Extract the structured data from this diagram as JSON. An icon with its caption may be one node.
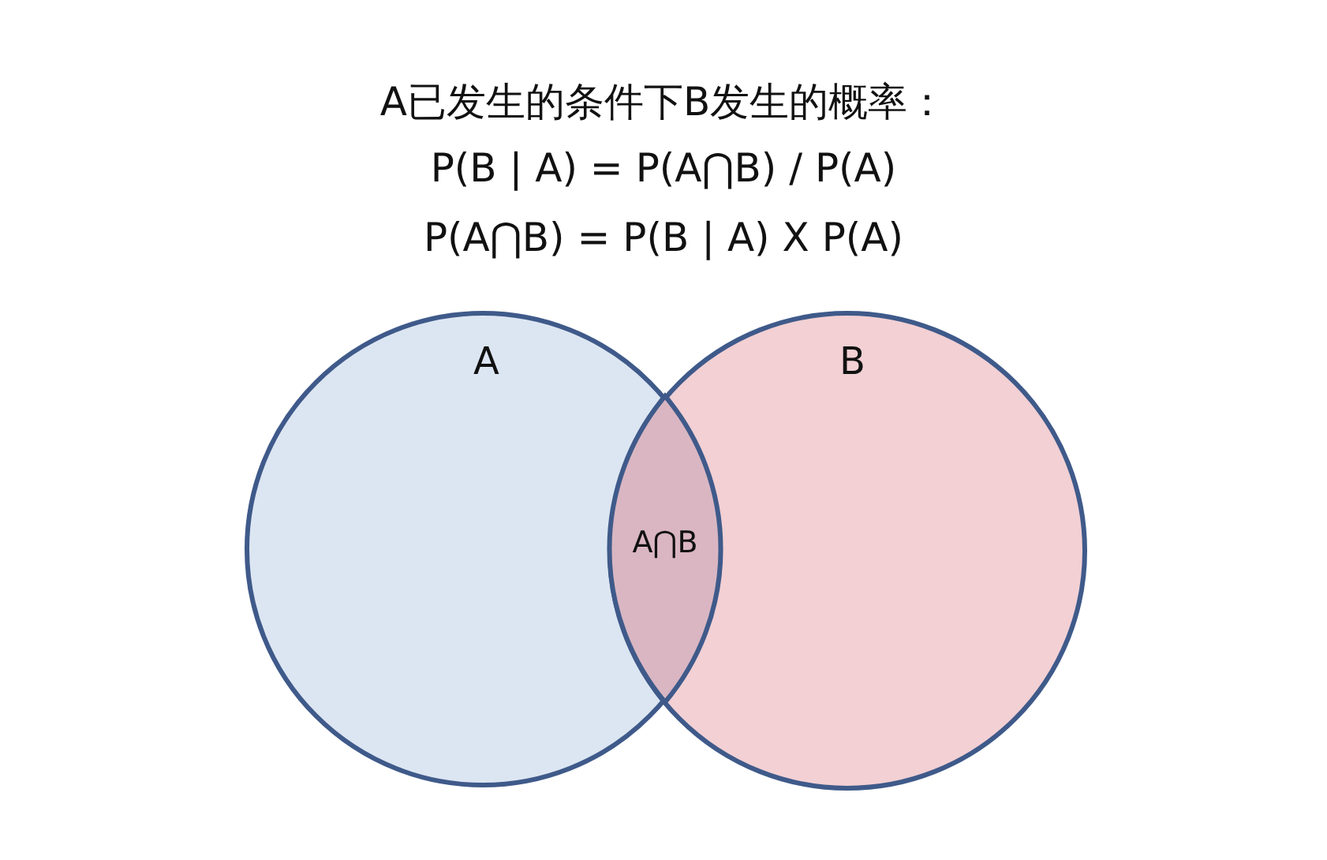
{
  "diagram": {
    "title": "A已发生的条件下B发生的概率：",
    "nodes": [
      {
        "text": [
          "A"
        ]
      },
      {
        "text": [
          "B"
        ]
      },
      {
        "text": [
          "A⋂B"
        ]
      }
    ],
    "labels": [
      "P(B | A) = P(A⋂B) / P(A)",
      "P(A⋂B) = P(B | A) X P(A)"
    ]
  }
}
